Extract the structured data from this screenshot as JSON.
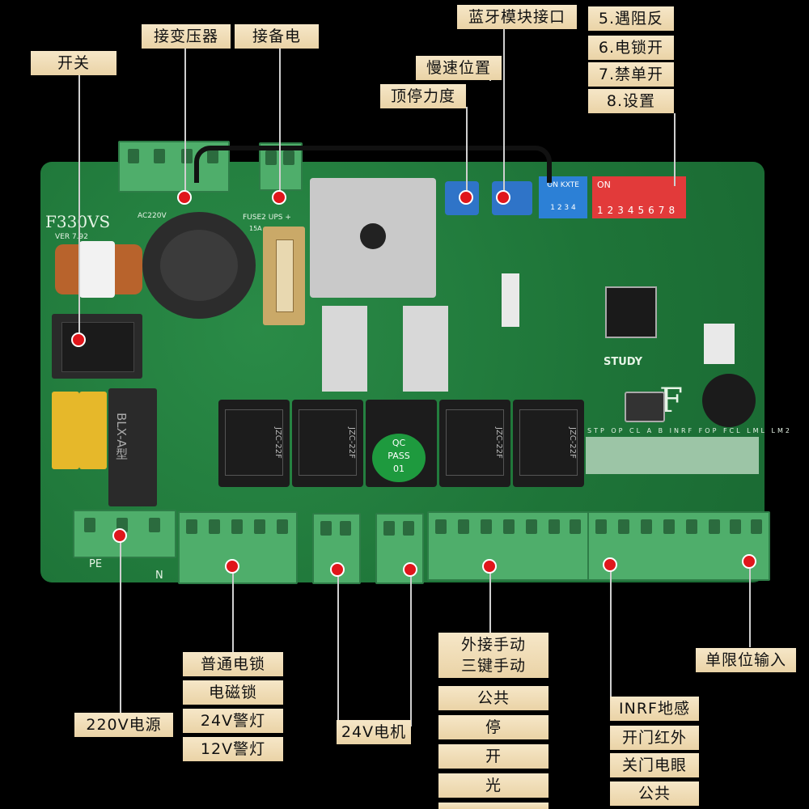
{
  "labels": {
    "switch": "开关",
    "transformer": "接变压器",
    "backup_power": "接备电",
    "bluetooth": "蓝牙模块接口",
    "slow_pos": "慢速位置",
    "top_stop_force": "顶停力度",
    "dip5": "5.遇阻反",
    "dip6": "6.电锁开",
    "dip7": "7.禁单开",
    "dip8": "8.设置",
    "normal_lock": "普通电锁",
    "magnetic_lock": "电磁锁",
    "warn_24v": "24V警灯",
    "warn_12v": "12V警灯",
    "power_220": "220V电源",
    "motor_24v": "24V电机",
    "manual_ext_1": "外接手动",
    "manual_ext_2": "三键手动",
    "common1": "公共",
    "stop": "停",
    "open": "开",
    "light": "光",
    "single_limit": "单限位输入",
    "inrf": "INRF地感",
    "open_ir": "开门红外",
    "close_eye": "关门电眼",
    "common2": "公共"
  },
  "board": {
    "model": "F330VS",
    "version": "VER 7.92",
    "ac_label": "AC220V",
    "fuse_label": "FUSE2  UPS +",
    "fuse_rating": "15A",
    "study": "STUDY",
    "brand_letter": "F",
    "dip_on": "ON",
    "dip_numbers": "12345678",
    "dip4_on": "ON KXTE",
    "dip4_numbers": "1 2 3 4",
    "qc1": "QC",
    "qc2": "PASS",
    "qc3": "01",
    "filter_label": "BLX-A型",
    "pe_label": "PE",
    "n_label": "N",
    "terminal_top": "STP OP CL A B INRF FOP FCL LML LM2",
    "colors": {
      "board": "#1f7a3a",
      "terminal": "#4fae6b",
      "dot": "#e0161b",
      "label": "#f0ddb5"
    }
  }
}
